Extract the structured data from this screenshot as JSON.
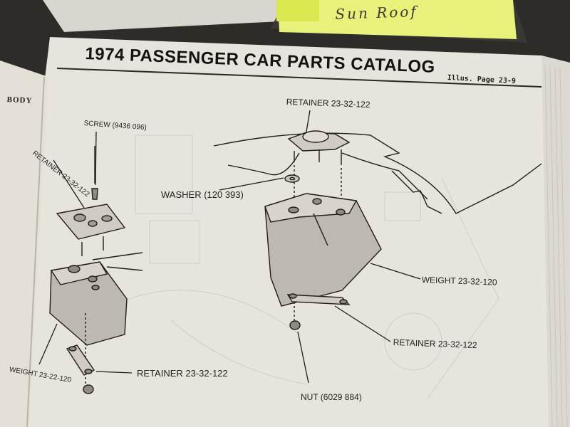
{
  "catalog_title": "1974 PASSENGER CAR PARTS CATALOG",
  "illus_page": "Illus. Page 23-9",
  "section_tab": "BODY",
  "sticky_note": {
    "handwriting": "Sun Roof",
    "color": "#e8f27a"
  },
  "callouts": {
    "screw": "SCREW (9436 096)",
    "retainer_top_left": "RETAINER 23-32-122",
    "retainer_top_right": "RETAINER 23-32-122",
    "washer": "WASHER (120 393)",
    "weight_right": "WEIGHT 23-32-120",
    "retainer_mid_right": "RETAINER 23-32-122",
    "weight_left": "WEIGHT 23-22-120",
    "retainer_bottom_left": "RETAINER 23-32-122",
    "nut": "NUT (6029 884)"
  },
  "colors": {
    "paper": "#e9e6df",
    "ink": "#1f1d1a",
    "background": "#2e2c29"
  }
}
